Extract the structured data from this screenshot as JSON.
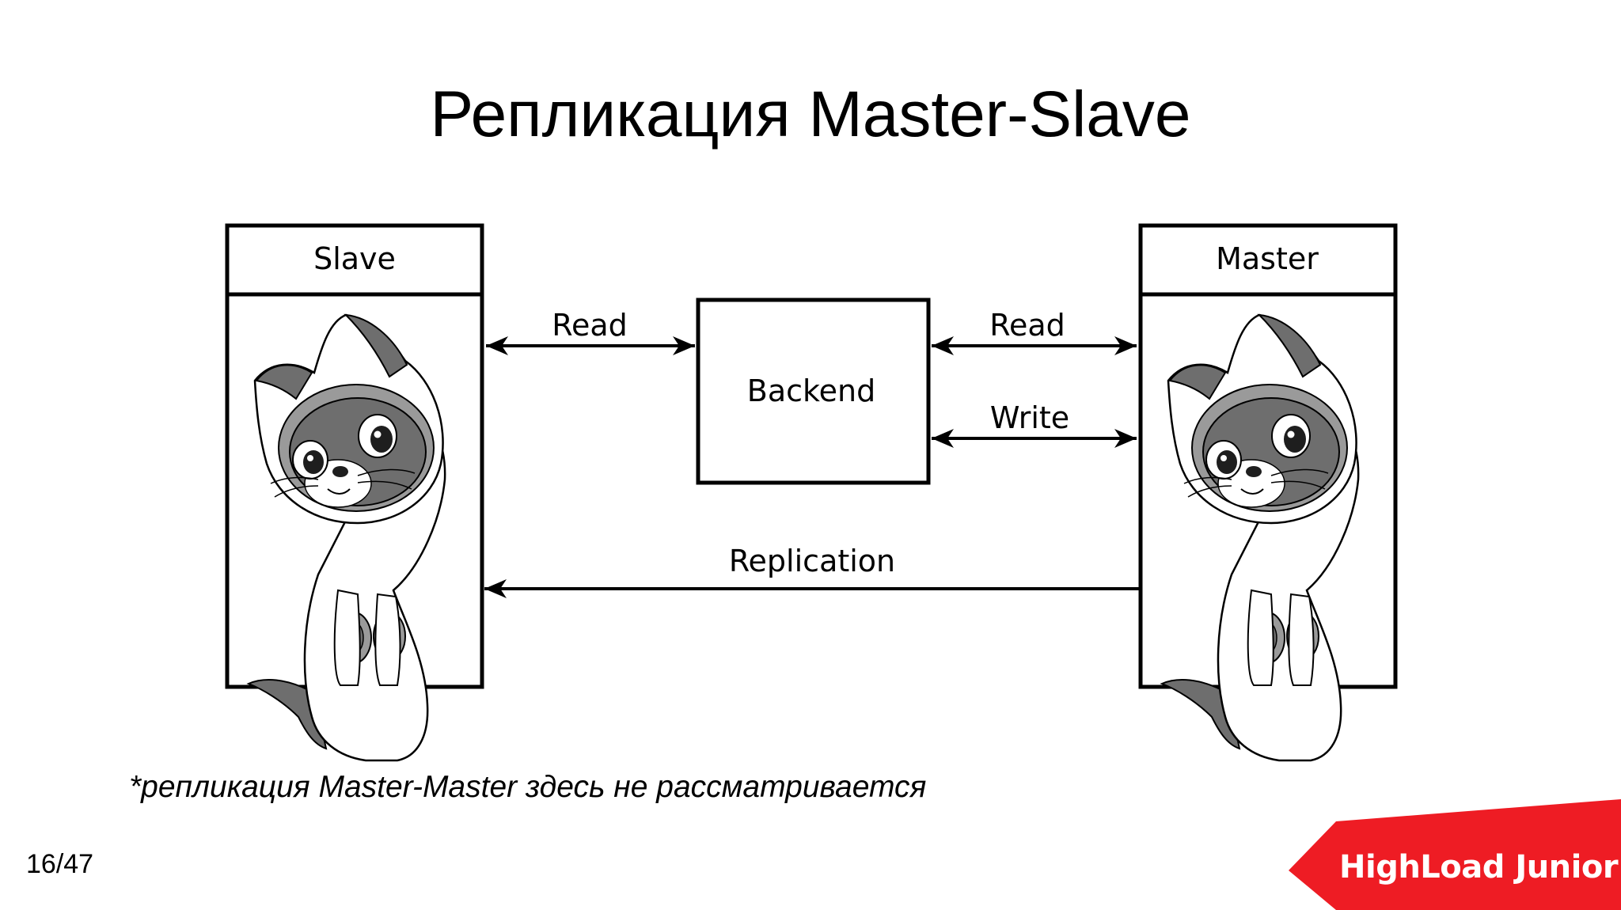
{
  "slide": {
    "title": "Репликация Master-Slave",
    "footnote": "*репликация Master-Master здесь не рассматривается",
    "page_number": "16/47"
  },
  "diagram": {
    "slave": {
      "label": "Slave",
      "image": "kitten-illustration"
    },
    "master": {
      "label": "Master",
      "image": "kitten-illustration"
    },
    "backend": {
      "label": "Backend"
    },
    "connections": {
      "slave_backend": "Read",
      "backend_master_read": "Read",
      "backend_master_write": "Write",
      "master_slave": "Replication"
    }
  },
  "brand": {
    "name": "HighLoad Junior",
    "color": "#ee1c24"
  },
  "colors": {
    "background": "#ffffff",
    "ink": "#000000",
    "cat_dark": "#6e6e6e",
    "cat_mid": "#9a9a9a"
  }
}
